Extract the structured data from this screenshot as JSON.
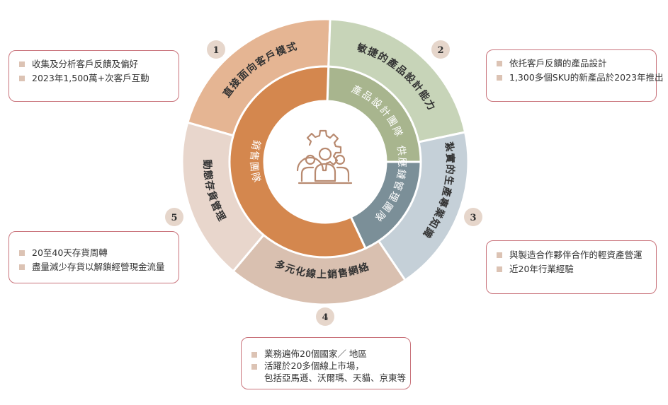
{
  "center_icon": "team-gear-icon",
  "colors": {
    "seg1": "#e5b593",
    "seg2": "#c7d4b8",
    "seg3": "#c5d0d8",
    "seg4": "#d9c0b0",
    "seg5": "#e8d6cc",
    "inner_sales": "#d4874e",
    "inner_design": "#a8b58e",
    "inner_supply": "#7b8f98",
    "badge": "#e6d6cb",
    "box_border": "#c9737b",
    "bullet": "#dcc3b4"
  },
  "outer_segments": [
    {
      "number": "1",
      "label": "直接面向客戶模式"
    },
    {
      "number": "2",
      "label": "敏捷的產品設計能力"
    },
    {
      "number": "3",
      "label": "紮實的生產專業知識"
    },
    {
      "number": "4",
      "label": "多元化線上銷售網絡"
    },
    {
      "number": "5",
      "label": "動態存貨管理"
    }
  ],
  "inner_segments": [
    {
      "label": "產品設計團隊"
    },
    {
      "label": "供應鏈管理團隊"
    },
    {
      "label": "銷售團隊"
    }
  ],
  "boxes": {
    "b1": {
      "items": [
        "收集及分析客戶反饋及偏好",
        "2023年1,500萬+次客戶互動"
      ]
    },
    "b2": {
      "items": [
        "依托客戶反饋的產品設計",
        "1,300多個SKU的新產品於2023年推出"
      ]
    },
    "b3": {
      "items": [
        "與製造合作夥伴合作的輕資產營運",
        "近20年行業經驗"
      ]
    },
    "b4": {
      "items": [
        {
          "line1": "業務遍佈20個國家／ 地區"
        },
        {
          "line1": "活躍於20多個線上市場，",
          "line2": "包括亞馬遜、沃爾瑪、天貓、京東等"
        }
      ]
    },
    "b5": {
      "items": [
        "20至40天存貨周轉",
        "盡量減少存貨以解鎖經營現金流量"
      ]
    }
  }
}
